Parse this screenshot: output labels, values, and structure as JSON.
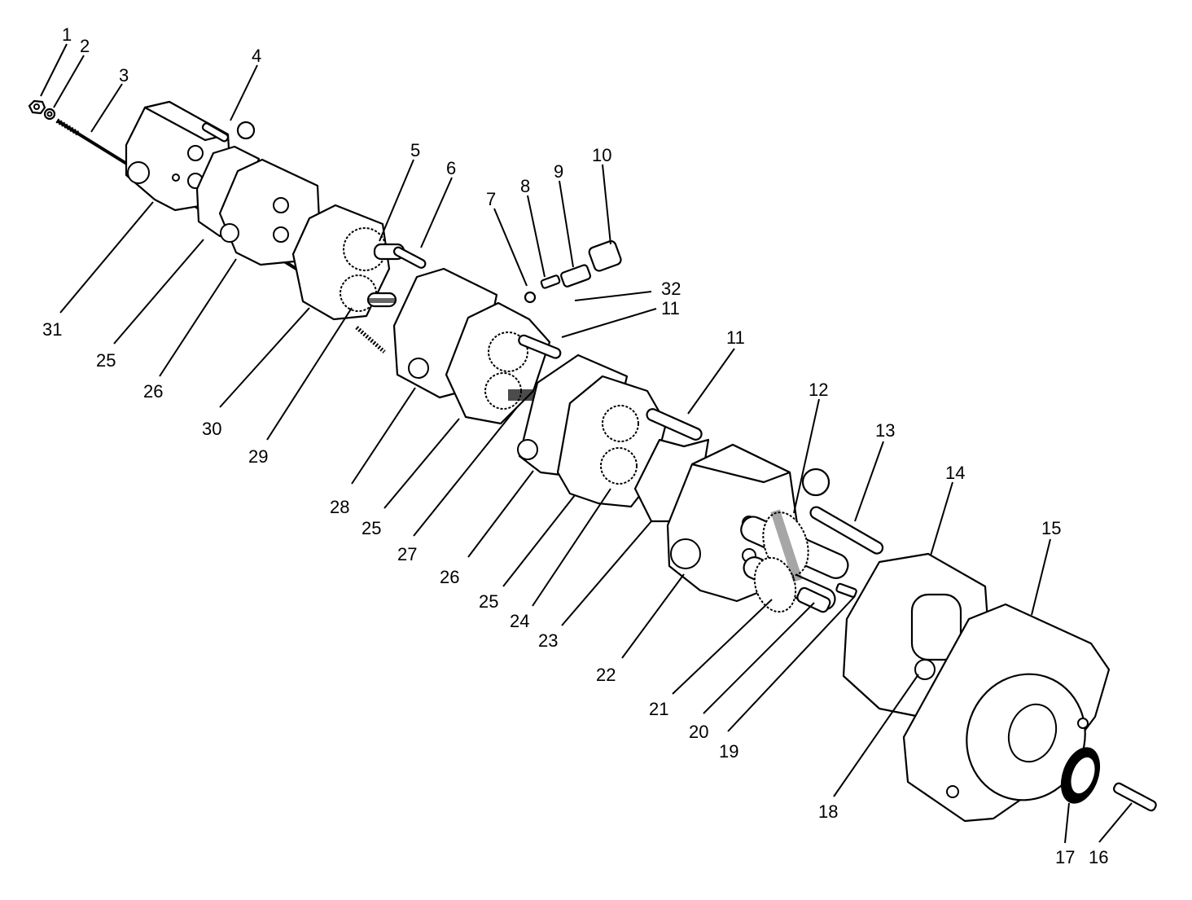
{
  "diagram": {
    "callouts": [
      "1",
      "2",
      "3",
      "4",
      "5",
      "6",
      "7",
      "8",
      "9",
      "10",
      "11",
      "11",
      "12",
      "13",
      "14",
      "15",
      "16",
      "17",
      "18",
      "19",
      "20",
      "21",
      "22",
      "23",
      "24",
      "25",
      "25",
      "25",
      "26",
      "26",
      "27",
      "28",
      "29",
      "30",
      "31",
      "32"
    ]
  }
}
